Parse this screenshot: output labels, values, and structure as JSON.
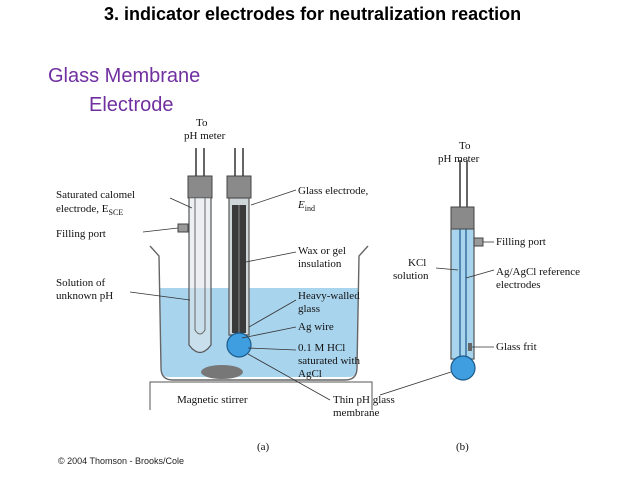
{
  "title": "3. indicator electrodes for neutralization reaction",
  "subtitle_line1": "Glass Membrane",
  "subtitle_line2": "Electrode",
  "copyright": "© 2004 Thomson - Brooks/Cole",
  "labels": {
    "to_a": "To",
    "ph_meter_a": "pH meter",
    "saturated_calomel": "Saturated calomel",
    "electrode_esce": "electrode, E",
    "esce_sub": "SCE",
    "filling_port_a": "Filling port",
    "solution_of": "Solution of",
    "unknown_ph": "unknown pH",
    "glass_electrode": "Glass electrode,",
    "e_ind": "E",
    "ind_sub": "ind",
    "wax": "Wax or gel",
    "insulation": "insulation",
    "heavy_walled": "Heavy-walled",
    "glass": "glass",
    "ag_wire": "Ag wire",
    "hcl": "0.1 M HCl",
    "saturated_with": "saturated with",
    "agcl": "AgCl",
    "magnetic_stirrer": "Magnetic stirrer",
    "thin_ph": "Thin pH glass",
    "membrane": "membrane",
    "caption_a": "(a)",
    "to_b": "To",
    "ph_meter_b": "pH meter",
    "filling_port_b": "Filling port",
    "kcl": "KCl",
    "solution_b": "solution",
    "agagcl": "Ag/AgCl reference",
    "electrodes": "electrodes",
    "glass_frit": "Glass frit",
    "caption_b": "(b)"
  },
  "colors": {
    "title": "#000000",
    "subtitle": "#7030a0",
    "solution": "#a9d4ee",
    "bulb": "#3f9ee0",
    "cap": "#8a8a8a",
    "stirbar": "#777777"
  }
}
